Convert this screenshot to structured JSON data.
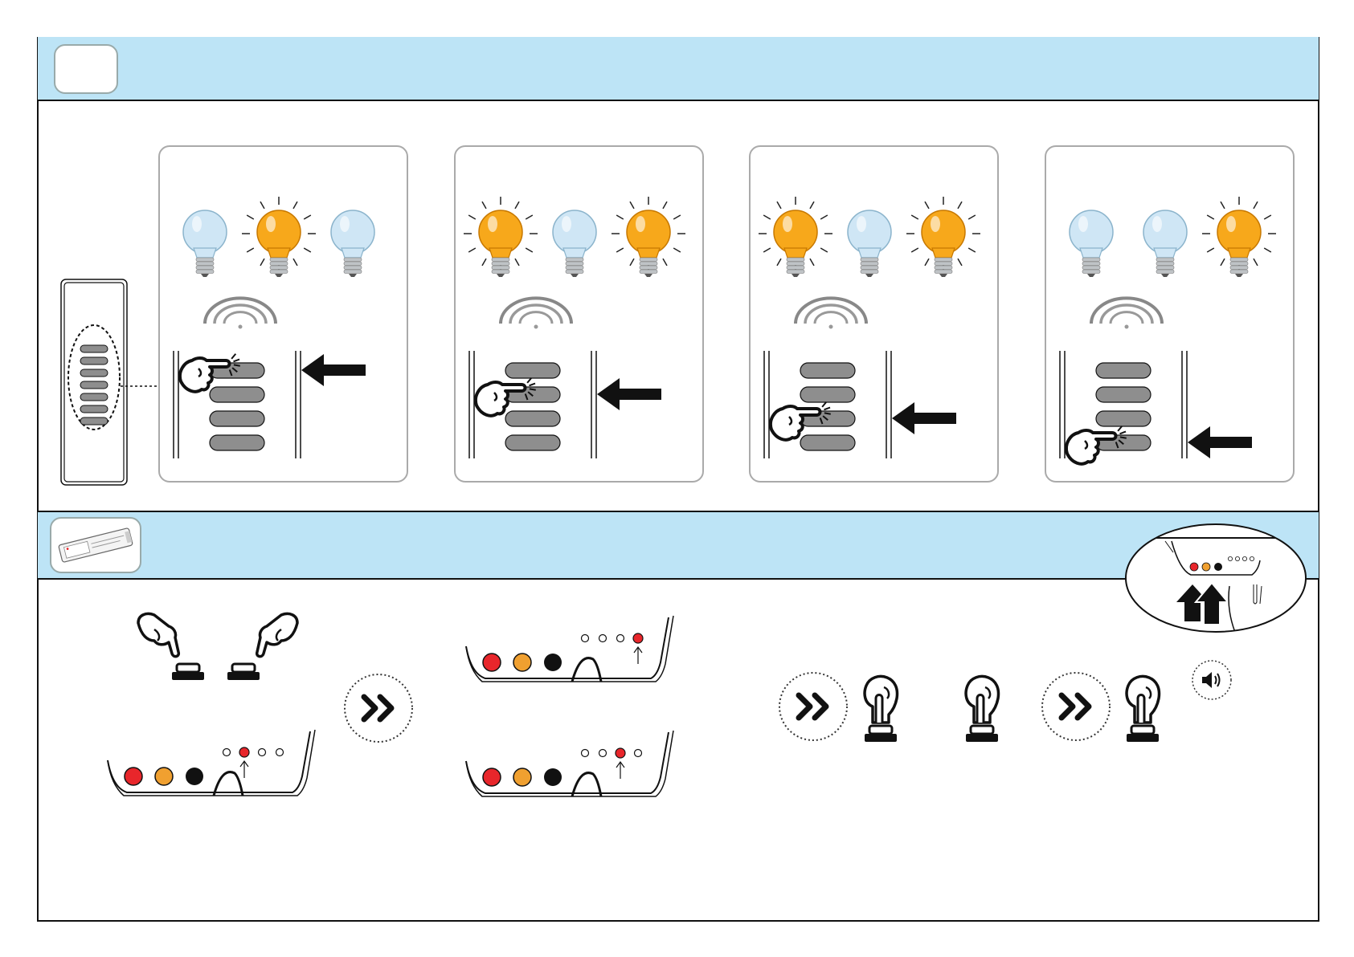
{
  "colors": {
    "band": "#bde4f6",
    "bulb_on": "#f7a81b",
    "bulb_off": "#cfe6f5",
    "button_gray": "#8e8e8e",
    "led_red": "#e8262b",
    "led_orange": "#f0a030",
    "led_black": "#111111"
  },
  "icons": {
    "remote": "remote-control-icon",
    "bulb": "light-bulb-icon",
    "signal": "wireless-signal-icon",
    "finger": "pointing-finger-icon",
    "arrow": "left-arrow-icon",
    "next": "double-chevron-right-icon",
    "sound": "speaker-icon",
    "device": "receiver-device-icon"
  },
  "panels": [
    {
      "bulbs": [
        "off",
        "on",
        "off"
      ],
      "pressed_button": 1
    },
    {
      "bulbs": [
        "on",
        "off",
        "on"
      ],
      "pressed_button": 2
    },
    {
      "bulbs": [
        "on",
        "off",
        "on"
      ],
      "pressed_button": 3
    },
    {
      "bulbs": [
        "off",
        "off",
        "on"
      ],
      "pressed_button": 4
    }
  ],
  "led_rows": [
    {
      "active_led": 2
    },
    {
      "active_led": 4
    },
    {
      "active_led": 3
    }
  ]
}
